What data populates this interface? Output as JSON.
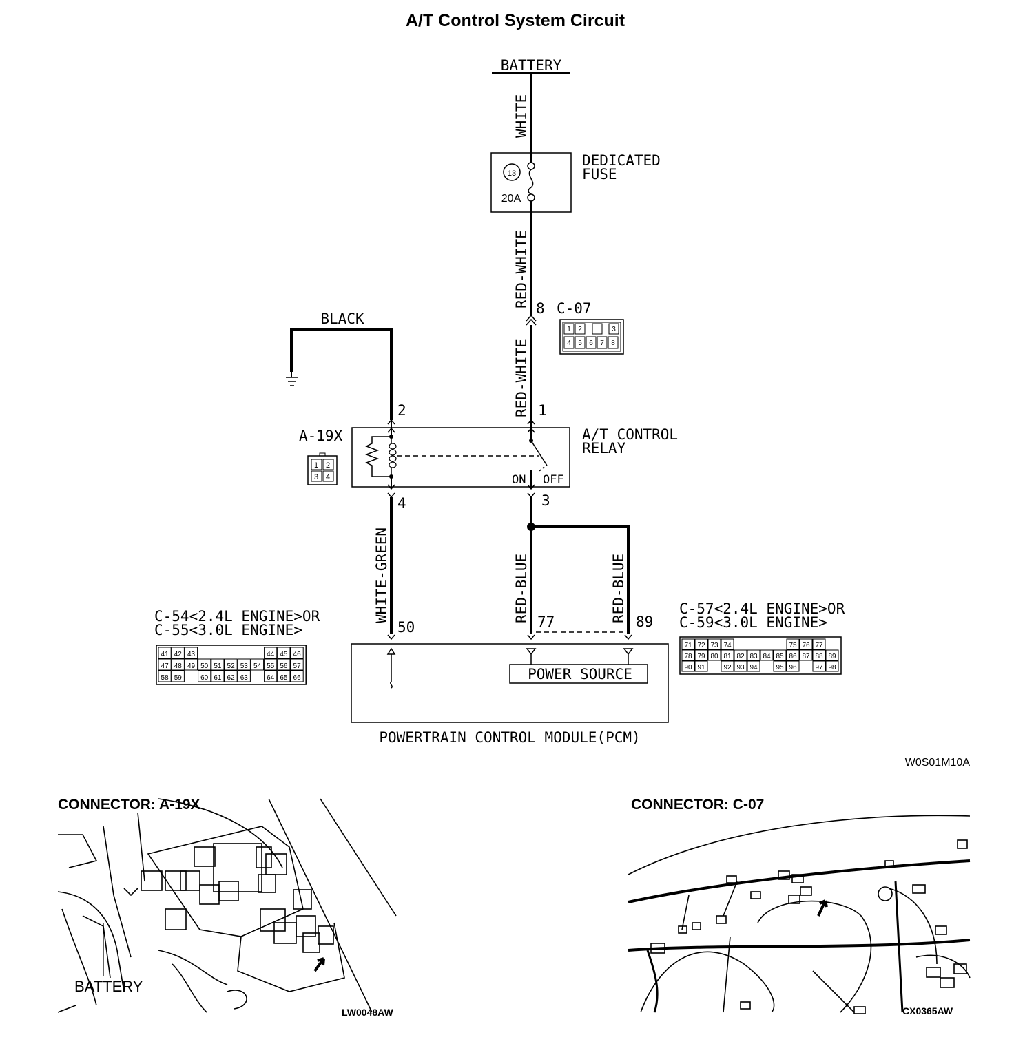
{
  "title": "A/T Control System Circuit",
  "battery_label": "BATTERY",
  "fuse": {
    "number": "13",
    "rating": "20A",
    "label_line1": "DEDICATED",
    "label_line2": "FUSE"
  },
  "wires": {
    "battery_to_fuse": "WHITE",
    "fuse_to_c07": "RED-WHITE",
    "c07_to_relay": "RED-WHITE",
    "ground": "BLACK",
    "relay_to_pcm50": "WHITE-GREEN",
    "relay_to_pcm77": "RED-BLUE",
    "relay_to_pcm89": "RED-BLUE"
  },
  "connector_c07": {
    "pin": "8",
    "name": "C-07",
    "pins_row1": [
      "1",
      "2",
      "",
      "3"
    ],
    "pins_row2": [
      "4",
      "5",
      "6",
      "7",
      "8"
    ]
  },
  "relay": {
    "connector": "A-19X",
    "label_line1": "A/T CONTROL",
    "label_line2": "RELAY",
    "on_label": "ON",
    "off_label": "OFF",
    "pins": {
      "top_left": "2",
      "top_right": "1",
      "bottom_left": "4",
      "bottom_right": "3"
    },
    "connector_pins": [
      "1",
      "2",
      "3",
      "4"
    ]
  },
  "pcm": {
    "label": "POWERTRAIN CONTROL MODULE(PCM)",
    "power_source": "POWER SOURCE",
    "pins": {
      "p50": "50",
      "p77": "77",
      "p89": "89"
    },
    "left_conn_line1": "C-54<2.4L ENGINE>OR",
    "left_conn_line2": "C-55<3.0L ENGINE>",
    "right_conn_line1": "C-57<2.4L ENGINE>OR",
    "right_conn_line2": "C-59<3.0L ENGINE>",
    "left_grid": [
      [
        "41",
        "42",
        "43",
        "",
        "",
        "",
        "",
        "",
        "44",
        "45",
        "46"
      ],
      [
        "47",
        "48",
        "49",
        "50",
        "51",
        "52",
        "53",
        "54",
        "55",
        "56",
        "57"
      ],
      [
        "58",
        "59",
        "",
        "60",
        "61",
        "62",
        "63",
        "",
        "64",
        "65",
        "66"
      ]
    ],
    "right_grid": [
      [
        "71",
        "72",
        "73",
        "74",
        "",
        "",
        "",
        "",
        "75",
        "76",
        "77"
      ],
      [
        "78",
        "79",
        "80",
        "81",
        "82",
        "83",
        "84",
        "85",
        "86",
        "87",
        "88",
        "89"
      ],
      [
        "90",
        "91",
        "",
        "92",
        "93",
        "94",
        "",
        "95",
        "96",
        "",
        "97",
        "98"
      ]
    ]
  },
  "diagram_code": "W0S01M10A",
  "connector_a19x_view": {
    "heading": "CONNECTOR: A-19X",
    "battery_label": "BATTERY",
    "code": "LW0048AW"
  },
  "connector_c07_view": {
    "heading": "CONNECTOR: C-07",
    "code": "CX0365AW"
  }
}
